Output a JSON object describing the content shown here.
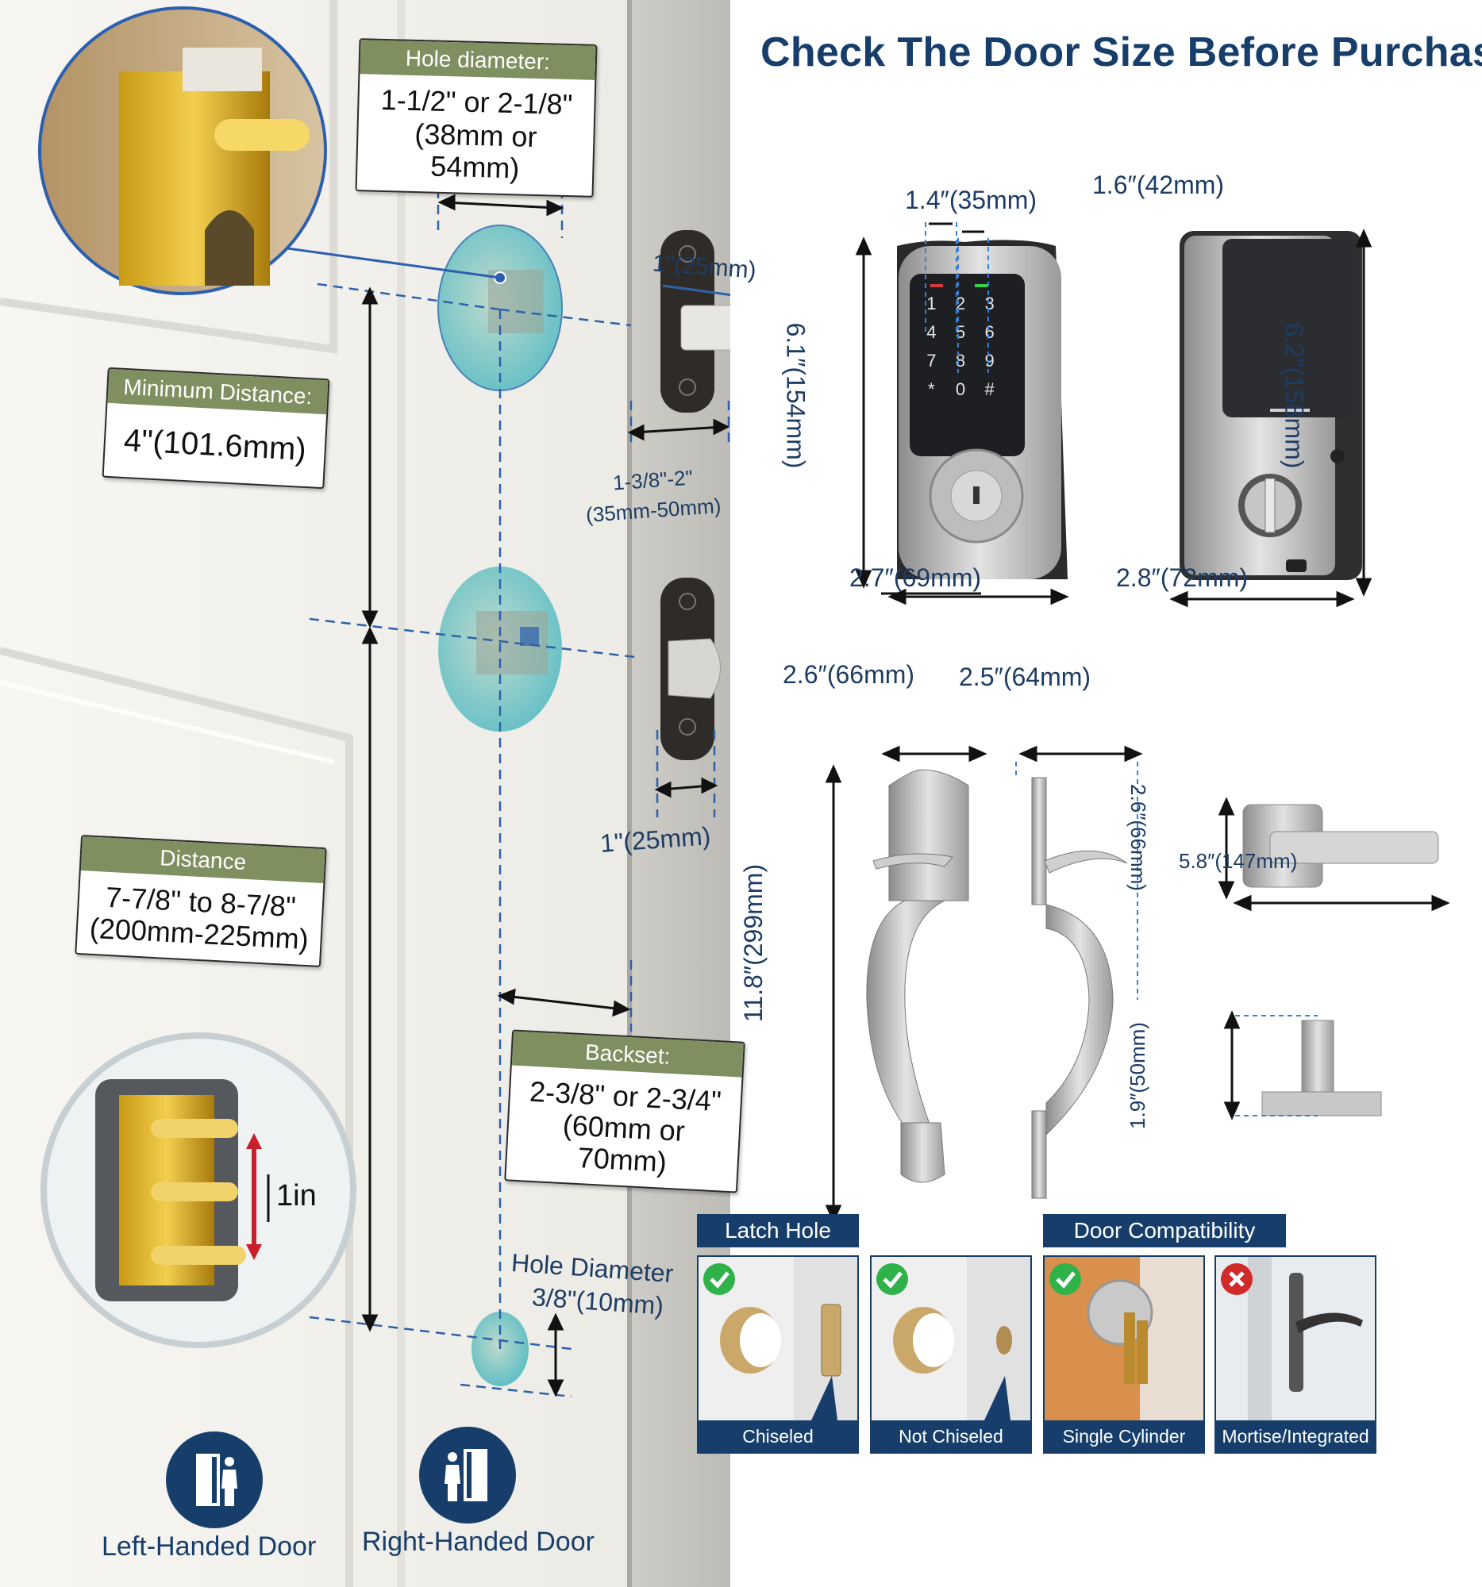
{
  "title": "Check The Door Size Before Purchase",
  "door_cards": {
    "hole_diameter": {
      "heading": "Hole diameter:",
      "line1": "1-1/2\" or 2-1/8\"",
      "line2": "(38mm or 54mm)"
    },
    "minimum_distance": {
      "heading": "Minimum Distance:",
      "value": "4\"(101.6mm)"
    },
    "distance": {
      "heading": "Distance",
      "line1": "7-7/8\" to 8-7/8\"",
      "line2": "(200mm-225mm)"
    },
    "backset": {
      "heading": "Backset:",
      "line1": "2-3/8\" or 2-3/4\"",
      "line2": "(60mm or 70mm)"
    }
  },
  "door_dims": {
    "bolt_extension": "1\"(25mm)",
    "door_thickness_line1": "1-3/8\"-2\"",
    "door_thickness_line2": "(35mm-50mm)",
    "latch_plate": "1\"(25mm)",
    "hole_diameter_small_line1": "Hole Diameter",
    "hole_diameter_small_line2": "3/8\"(10mm)",
    "latch_travel": "1in"
  },
  "front_lock": {
    "depth": "1.4″(35mm)",
    "height": "6.1″(154mm)",
    "width": "2.7″(69mm)",
    "keys": [
      "1",
      "2",
      "3",
      "4",
      "5",
      "6",
      "7",
      "8",
      "9",
      "*",
      "0",
      "#"
    ]
  },
  "back_lock": {
    "depth": "1.6″(42mm)",
    "height": "6.2″(158mm)",
    "width": "2.8″(72mm)"
  },
  "handleset": {
    "front_width": "2.6″(66mm)",
    "side_depth": "2.5″(64mm)",
    "height": "11.8″(299mm)"
  },
  "lever": {
    "height": "2.6″(66mm)",
    "length": "5.8″(147mm)"
  },
  "thumbturn": {
    "height": "1.9″(50mm)"
  },
  "latch_hole": {
    "tab": "Latch Hole",
    "options": [
      {
        "label": "Chiseled",
        "ok": true
      },
      {
        "label": "Not Chiseled",
        "ok": true
      }
    ]
  },
  "door_compat": {
    "tab": "Door Compatibility",
    "options": [
      {
        "label": "Single Cylinder",
        "ok": true
      },
      {
        "label": "Mortise/Integrated",
        "ok": false
      }
    ]
  },
  "handedness": {
    "left": "Left-Handed Door",
    "right": "Right-Handed Door"
  },
  "colors": {
    "navy": "#173e6b",
    "olive": "#7f8f60",
    "check": "#2fb24a",
    "cross": "#d12a2a",
    "teal": "#5ec2c6"
  }
}
